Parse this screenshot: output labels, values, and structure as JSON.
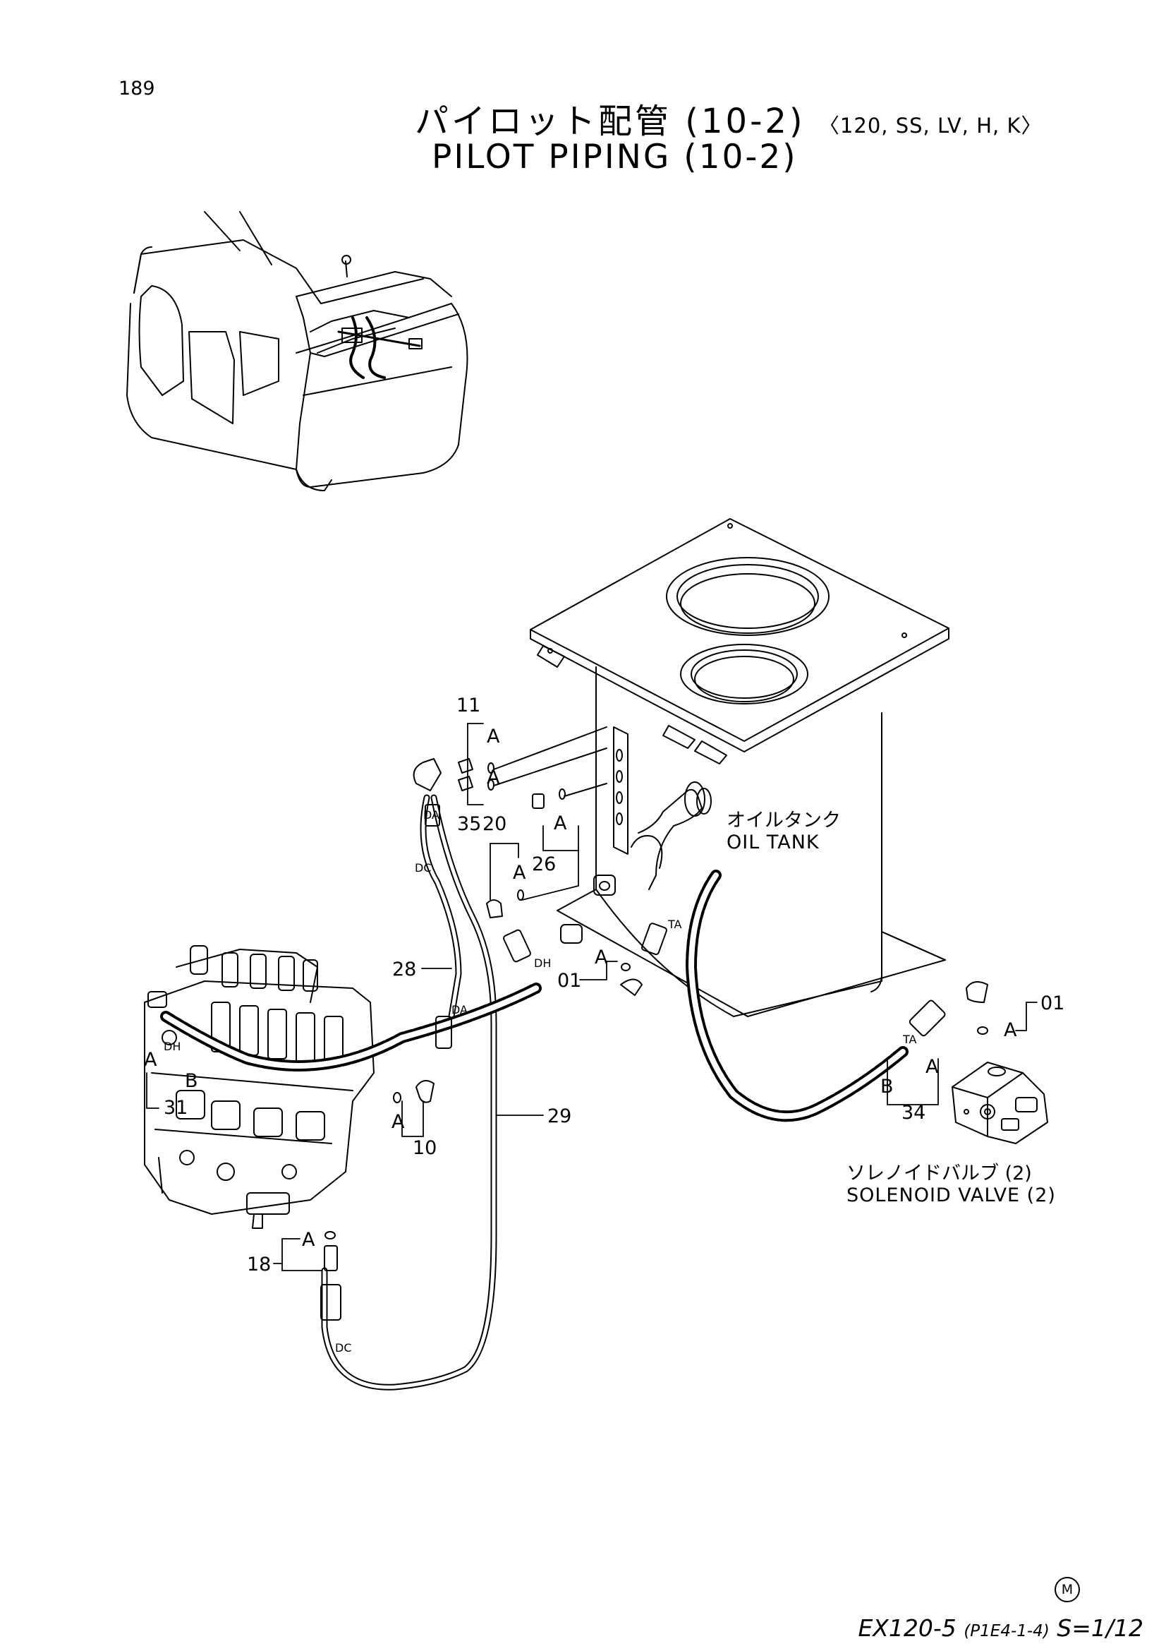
{
  "page_number": "189",
  "title_jp": "パイロット配管 (10-2)",
  "title_variants": "〈120, SS, LV, H, K〉",
  "title_en": "PILOT PIPING (10-2)",
  "components": {
    "oil_tank_jp": "オイルタンク",
    "oil_tank_en": "OIL TANK",
    "solenoid_jp": "ソレノイドバルブ (2)",
    "solenoid_en": "SOLENOID VALVE (2)"
  },
  "part_numbers": [
    "01",
    "01",
    "10",
    "11",
    "18",
    "20",
    "26",
    "28",
    "29",
    "31",
    "34",
    "35"
  ],
  "port_labels": [
    "A",
    "B",
    "DA",
    "DC",
    "DH",
    "TA"
  ],
  "footer": {
    "model": "EX120-5",
    "code": "(P1E4-1-4)",
    "scale": "S=1/12",
    "mark": "M"
  }
}
